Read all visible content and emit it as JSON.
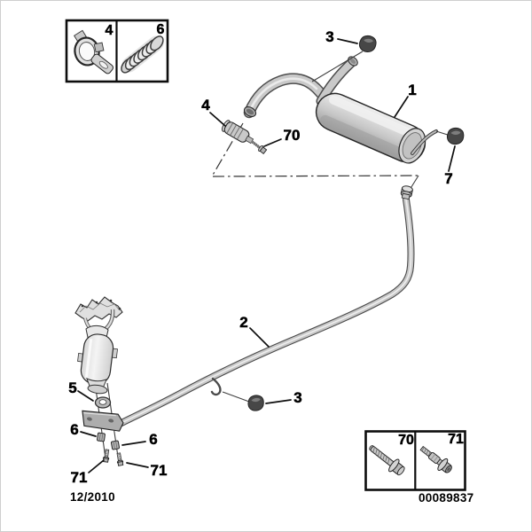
{
  "page": {
    "background": "#ffffff",
    "frame_color": "#cfcfcf"
  },
  "colors": {
    "line": "#1a1a1a",
    "metal_light": "#e9e9e9",
    "metal_mid": "#c7c7c7",
    "metal_dark": "#9a9a9a",
    "rubber": "#474747"
  },
  "callouts": {
    "muffler": "1",
    "intermediate_pipe": "2",
    "mount_top": "3",
    "mount_bottom": "3",
    "clamp": "4",
    "gasket": "5",
    "nut_left": "6",
    "nut_right": "6",
    "mount_rear": "7",
    "screw": "70",
    "stud_left": "71",
    "stud_right": "71"
  },
  "inset_top_left": {
    "cells": [
      {
        "label": "4",
        "part": "exhaust-clamp"
      },
      {
        "label": "6",
        "part": "coil-spring"
      }
    ]
  },
  "inset_bottom_right": {
    "cells": [
      {
        "label": "70",
        "part": "flanged-screw"
      },
      {
        "label": "71",
        "part": "stud-bolt"
      }
    ]
  },
  "footer": {
    "date_code": "12/2010",
    "document_number": "00089837"
  }
}
